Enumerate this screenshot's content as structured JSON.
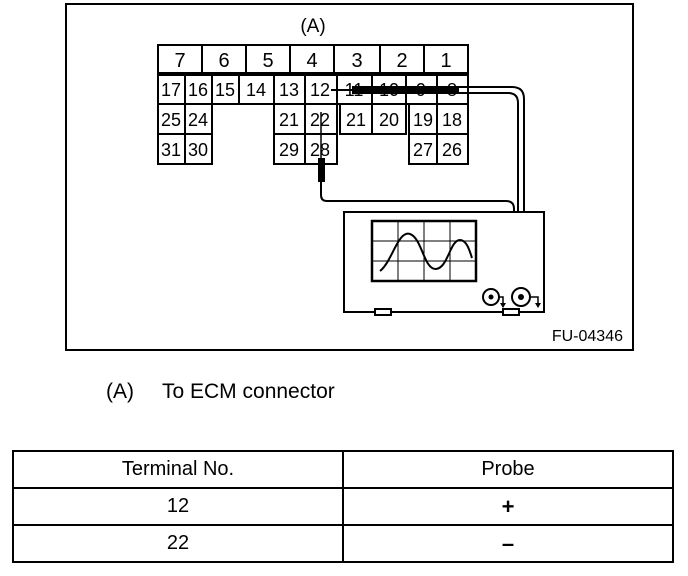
{
  "diagram": {
    "connector_label": "(A)",
    "figure_code": "FU-04346",
    "pins_top": [
      "7",
      "6",
      "5",
      "4",
      "3",
      "2",
      "1"
    ],
    "pins_row2": [
      "17",
      "16",
      "15",
      "14",
      "13",
      "12",
      "11",
      "10",
      "9",
      "8"
    ],
    "pins_row3_left": [
      "25",
      "24"
    ],
    "pins_row3_mid": [
      "21",
      "22",
      "21",
      "20"
    ],
    "pins_row3_right": [
      "19",
      "18"
    ],
    "pins_row4_left": [
      "31",
      "30"
    ],
    "pins_row4_mid": [
      "29",
      "28"
    ],
    "pins_row4_right": [
      "27",
      "26"
    ]
  },
  "legend": {
    "tag": "(A)",
    "text": "To ECM connector"
  },
  "table": {
    "headers": [
      "Terminal No.",
      "Probe"
    ],
    "rows": [
      {
        "terminal": "12",
        "probe": "+"
      },
      {
        "terminal": "22",
        "probe": "–"
      }
    ]
  }
}
